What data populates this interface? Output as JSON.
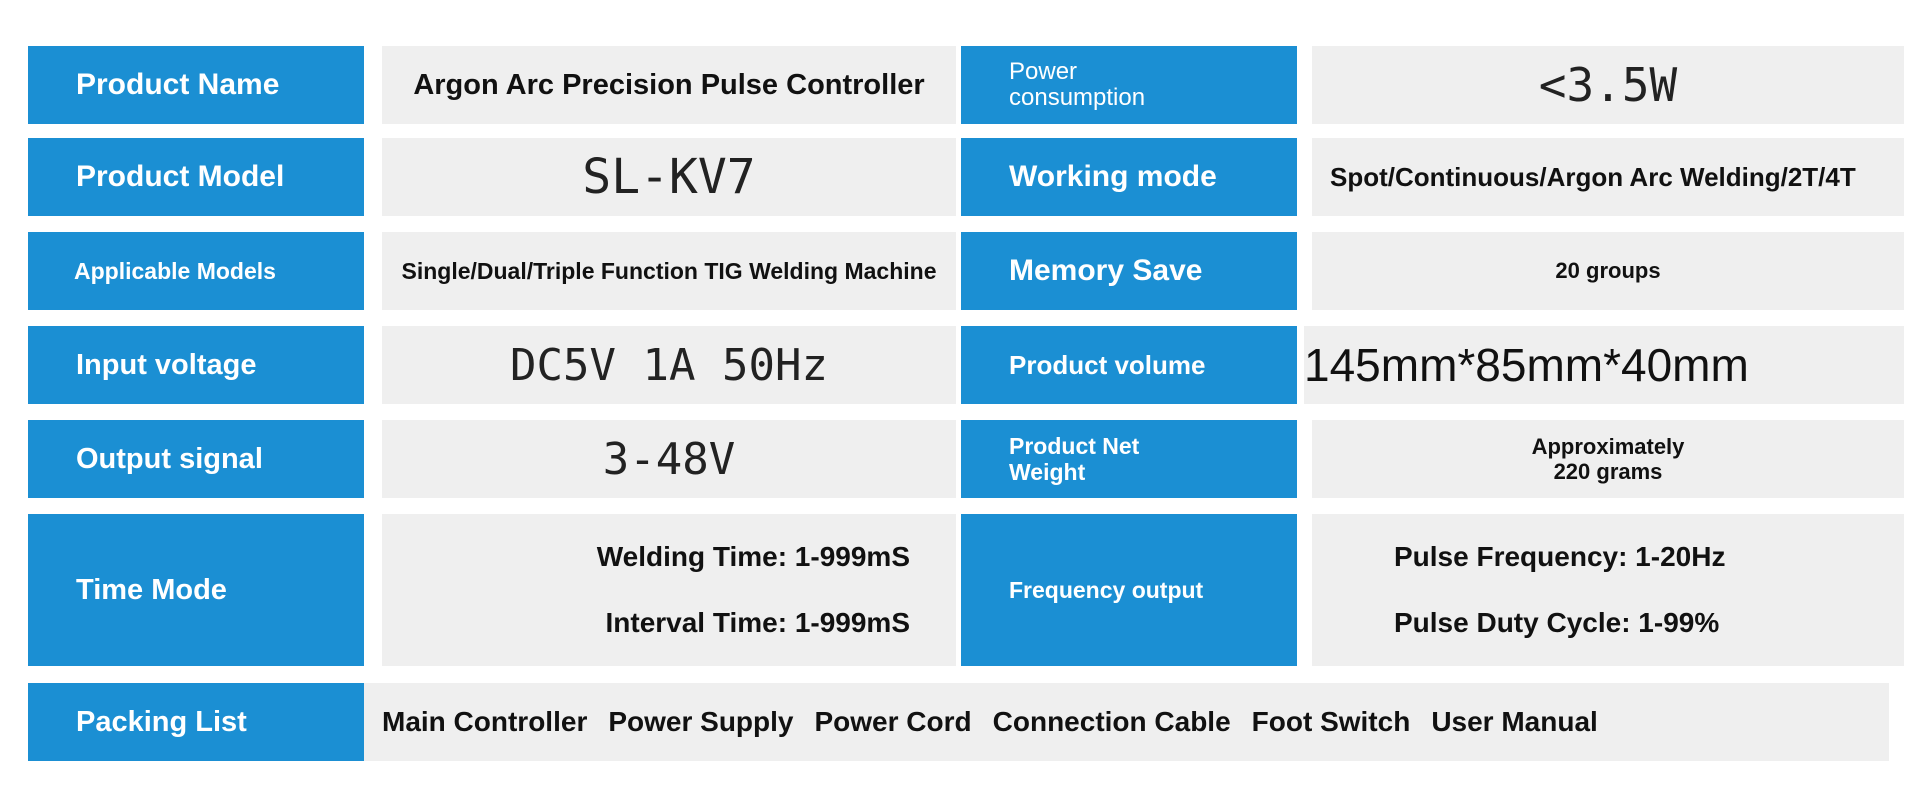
{
  "spec_table": {
    "rows": [
      {
        "left_label": "Product Name",
        "left_value": "Argon Arc Precision Pulse Controller",
        "right_label": "Power\nconsumption",
        "right_value": "<3.5W"
      },
      {
        "left_label": "Product Model",
        "left_value": "SL-KV7",
        "right_label": "Working mode",
        "right_value": "Spot/Continuous/Argon Arc Welding/2T/4T"
      },
      {
        "left_label": "Applicable Models",
        "left_value": "Single/Dual/Triple Function TIG Welding Machine",
        "right_label": "Memory Save",
        "right_value": "20 groups"
      },
      {
        "left_label": "Input voltage",
        "left_value": "DC5V 1A 50Hz",
        "right_label": "Product volume",
        "right_value": "145mm*85mm*40mm"
      },
      {
        "left_label": "Output signal",
        "left_value": "3-48V",
        "right_label": "Product Net\nWeight",
        "right_value": "Approximately\n220 grams"
      }
    ],
    "time_mode": {
      "label": "Time Mode",
      "values": [
        "Welding Time: 1-999mS",
        "Interval Time: 1-999mS"
      ]
    },
    "frequency_output": {
      "label": "Frequency output",
      "values": [
        "Pulse Frequency: 1-20Hz",
        "Pulse Duty Cycle: 1-99%"
      ]
    },
    "packing_list": {
      "label": "Packing List",
      "items": [
        "Main Controller",
        "Power Supply",
        "Power Cord",
        "Connection Cable",
        "Foot Switch",
        "User Manual"
      ]
    }
  },
  "colors": {
    "label_background": "#1b8fd3",
    "value_background": "#efefef",
    "label_text": "#ffffff",
    "value_text": "#111111"
  }
}
